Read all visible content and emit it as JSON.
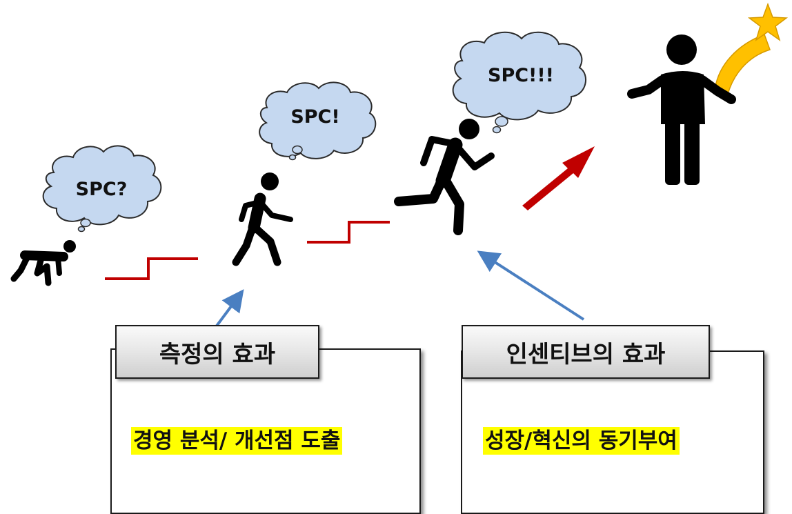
{
  "thoughts": {
    "step1": "SPC?",
    "step2": "SPC!",
    "step3": "SPC!!!"
  },
  "panels": {
    "measurement": {
      "title": "측정의 효과",
      "content": "경영 분석/ 개선점 도출"
    },
    "incentive": {
      "title": "인센티브의 효과",
      "content": "성장/혁신의 동기부여"
    }
  },
  "colors": {
    "figure": "#000000",
    "cloud_fill": "#c5d8f0",
    "cloud_stroke": "#2b2b2b",
    "stair_line": "#c00000",
    "blue_arrow": "#4a7fc1",
    "red_arrow": "#c00000",
    "star": "#ffc000",
    "highlight": "#ffff00"
  }
}
